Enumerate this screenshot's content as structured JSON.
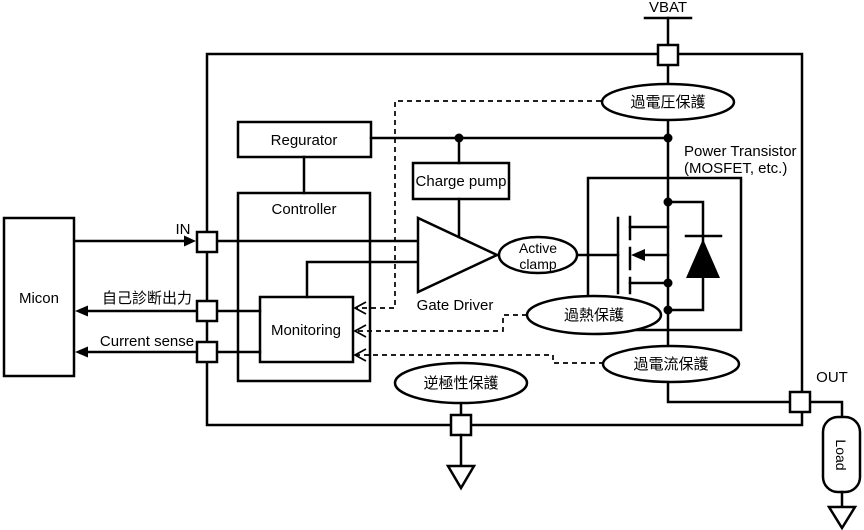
{
  "diagram": {
    "external": {
      "vbat_label": "VBAT",
      "micon_label": "Micon",
      "in_label": "IN",
      "self_diagnosis_label": "自己診断出力",
      "current_sense_label": "Current sense",
      "out_label": "OUT",
      "load_label": "Load"
    },
    "blocks": {
      "regulator_label": "Regurator",
      "controller_label": "Controller",
      "charge_pump_label": "Charge pump",
      "monitoring_label": "Monitoring",
      "gate_driver_label": "Gate Driver",
      "power_transistor_label_line1": "Power Transistor",
      "power_transistor_label_line2": "(MOSFET, etc.)"
    },
    "protections": {
      "overvoltage_label": "過電圧保護",
      "active_clamp_line1": "Active",
      "active_clamp_line2": "clamp",
      "overheat_label": "過熱保護",
      "overcurrent_label": "過電流保護",
      "reverse_polarity_label": "逆極性保護"
    },
    "colors": {
      "stroke": "#000000",
      "background": "#ffffff"
    }
  }
}
